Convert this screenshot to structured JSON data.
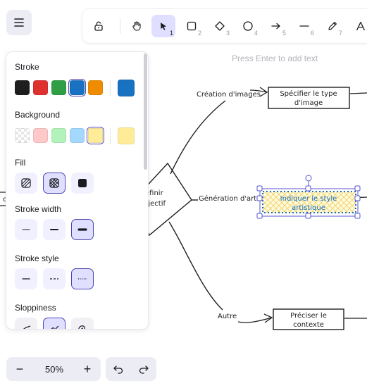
{
  "toolbar": {
    "tools": [
      {
        "name": "lock",
        "key": ""
      },
      {
        "name": "hand",
        "key": ""
      },
      {
        "name": "selection",
        "key": "1"
      },
      {
        "name": "rectangle",
        "key": "2"
      },
      {
        "name": "diamond",
        "key": "3"
      },
      {
        "name": "ellipse",
        "key": "4"
      },
      {
        "name": "arrow",
        "key": "5"
      },
      {
        "name": "line",
        "key": "6"
      },
      {
        "name": "draw",
        "key": "7"
      },
      {
        "name": "text",
        "key": ""
      }
    ],
    "active_tool": "selection"
  },
  "hint": "Press Enter to add text",
  "panel": {
    "stroke_label": "Stroke",
    "background_label": "Background",
    "fill_label": "Fill",
    "stroke_width_label": "Stroke width",
    "stroke_style_label": "Stroke style",
    "sloppiness_label": "Sloppiness",
    "stroke_colors": [
      "#1e1e1e",
      "#e03131",
      "#2f9e44",
      "#1971c2",
      "#f08c00"
    ],
    "stroke_selected": "#1971c2",
    "background_colors": [
      "transparent",
      "#ffc9c9",
      "#b2f2bb",
      "#a5d8ff",
      "#ffec99"
    ],
    "background_selected": "#ffec99",
    "fill_options": [
      "hachure",
      "cross-hatch",
      "solid"
    ],
    "fill_selected": "cross-hatch",
    "stroke_width_options": [
      "thin",
      "bold",
      "extra-bold"
    ],
    "stroke_width_selected": "extra-bold",
    "stroke_style_options": [
      "solid",
      "dashed",
      "dotted"
    ],
    "stroke_style_selected": "dotted",
    "sloppiness_options": [
      "architect",
      "artist",
      "cartoonist"
    ],
    "sloppiness_selected": "artist"
  },
  "diagram": {
    "center_line1": "éfinir",
    "center_line2": "bjectif",
    "left_partial": "c",
    "branch1_label": "Création d'images",
    "branch2_label": "Génération d'art",
    "branch3_label": "Autre",
    "box1_line1": "Spécifier le type",
    "box1_line2": "d'image",
    "box2_line1": "Indiquer le style",
    "box2_line2": "artistique",
    "box3_line1": "Préciser le",
    "box3_line2": "contexte"
  },
  "zoom": {
    "value": "50%",
    "minus": "−",
    "plus": "+"
  },
  "colors": {
    "accent": "#4a47b1",
    "accent_bg": "#e0dfff",
    "selection": "#5b57d1",
    "selected_text": "#1971c2"
  }
}
